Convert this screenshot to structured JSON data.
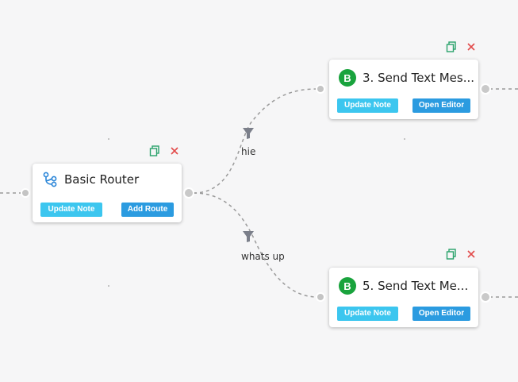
{
  "colors": {
    "canvas": "#f6f6f7",
    "edge": "#9a9a9a",
    "note_button": "#3cc6ef",
    "action_button": "#2b9be0",
    "copy_icon": "#2aa26b",
    "delete_icon": "#e24b4b",
    "whatsapp_green": "#19a33d",
    "router_icon": "#2b86d8"
  },
  "router": {
    "icon": "router-icon",
    "title": "Basic Router",
    "update_note": "Update Note",
    "add_route": "Add Route"
  },
  "node3": {
    "icon": "whatsapp-business-icon",
    "badge": "B",
    "title": "3. Send Text Mes...",
    "update_note": "Update Note",
    "open_editor": "Open Editor"
  },
  "node5": {
    "icon": "whatsapp-business-icon",
    "badge": "B",
    "title": "5. Send Text Me...",
    "update_note": "Update Note",
    "open_editor": "Open Editor"
  },
  "routes": [
    {
      "label": "hie"
    },
    {
      "label": "whats up"
    }
  ]
}
